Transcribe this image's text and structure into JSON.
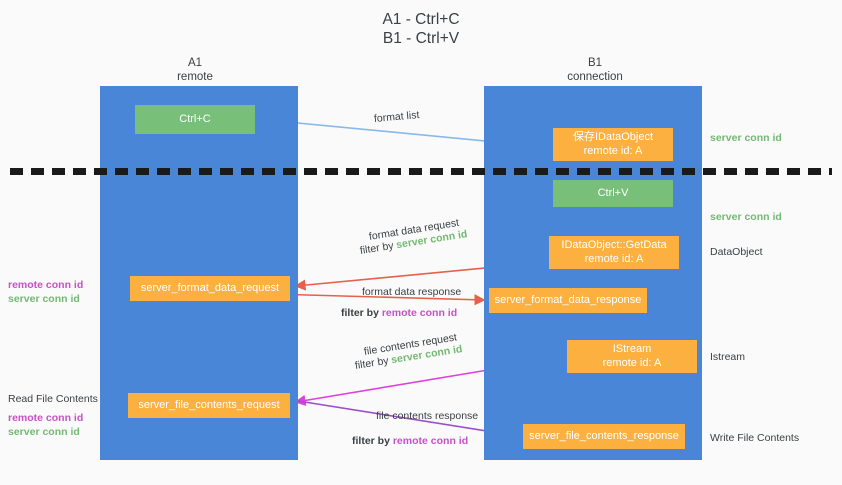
{
  "title": {
    "line1": "A1 - Ctrl+C",
    "line2": "B1 - Ctrl+V"
  },
  "columns": {
    "left": {
      "name": "A1",
      "role": "remote"
    },
    "right": {
      "name": "B1",
      "role": "connection"
    }
  },
  "nodes": {
    "ctrl_c": {
      "label": "Ctrl+C",
      "color": "#78c07a"
    },
    "idataobject": {
      "line1": "保存IDataObject",
      "line2": "remote id: A",
      "color": "#fbb040"
    },
    "ctrl_v": {
      "label": "Ctrl+V",
      "color": "#78c07a"
    },
    "getdata": {
      "line1": "IDataObject::GetData",
      "line2": "remote id: A",
      "color": "#fbb040"
    },
    "istream": {
      "line1": "IStream",
      "line2": "remote id: A",
      "color": "#fbb040"
    },
    "server_format_data_request": {
      "label": "server_format_data_request",
      "color": "#fbb040"
    },
    "server_format_data_response": {
      "label": "server_format_data_response",
      "color": "#fbb040"
    },
    "server_file_contents_request": {
      "label": "server_file_contents_request",
      "color": "#fbb040"
    },
    "server_file_contents_response": {
      "label": "server_file_contents_response",
      "color": "#fbb040"
    }
  },
  "edges": {
    "format_list": "format list",
    "format_data_request": "format data request",
    "format_data_request_filter_prefix": "filter by ",
    "format_data_request_filter_value": "server conn id",
    "format_data_response": "format data response",
    "format_data_response_filter_prefix": "filter by ",
    "format_data_response_filter_value": "remote conn id",
    "file_contents_request": "file contents request",
    "file_contents_request_filter_prefix": "filter by ",
    "file_contents_request_filter_value": "server conn id",
    "file_contents_response": "file contents response",
    "file_contents_response_filter_prefix": "filter by ",
    "file_contents_response_filter_value": "remote conn id"
  },
  "annotations": {
    "right_server_conn_id_top": "server conn id",
    "right_server_conn_id_mid": "server conn id",
    "right_dataobject": "DataObject",
    "right_istream": "Istream",
    "right_write_file_contents": "Write File Contents",
    "left_remote_conn_id_1": "remote conn id",
    "left_server_conn_id_1": "server conn id",
    "left_read_file_contents": "Read File Contents",
    "left_remote_conn_id_2": "remote conn id",
    "left_server_conn_id_2": "server conn id"
  },
  "colors": {
    "lane": "#4a86d8",
    "green": "#78c07a",
    "orange": "#fbb040",
    "green_text": "#73b973",
    "purple_text": "#c850c8",
    "arrow_blue": "#8ab8e8",
    "arrow_red": "#e8604c",
    "arrow_magenta": "#e040e0",
    "arrow_purple": "#9b4fc8",
    "arrow_black": "#1a1a1a",
    "background": "#fafafa"
  }
}
